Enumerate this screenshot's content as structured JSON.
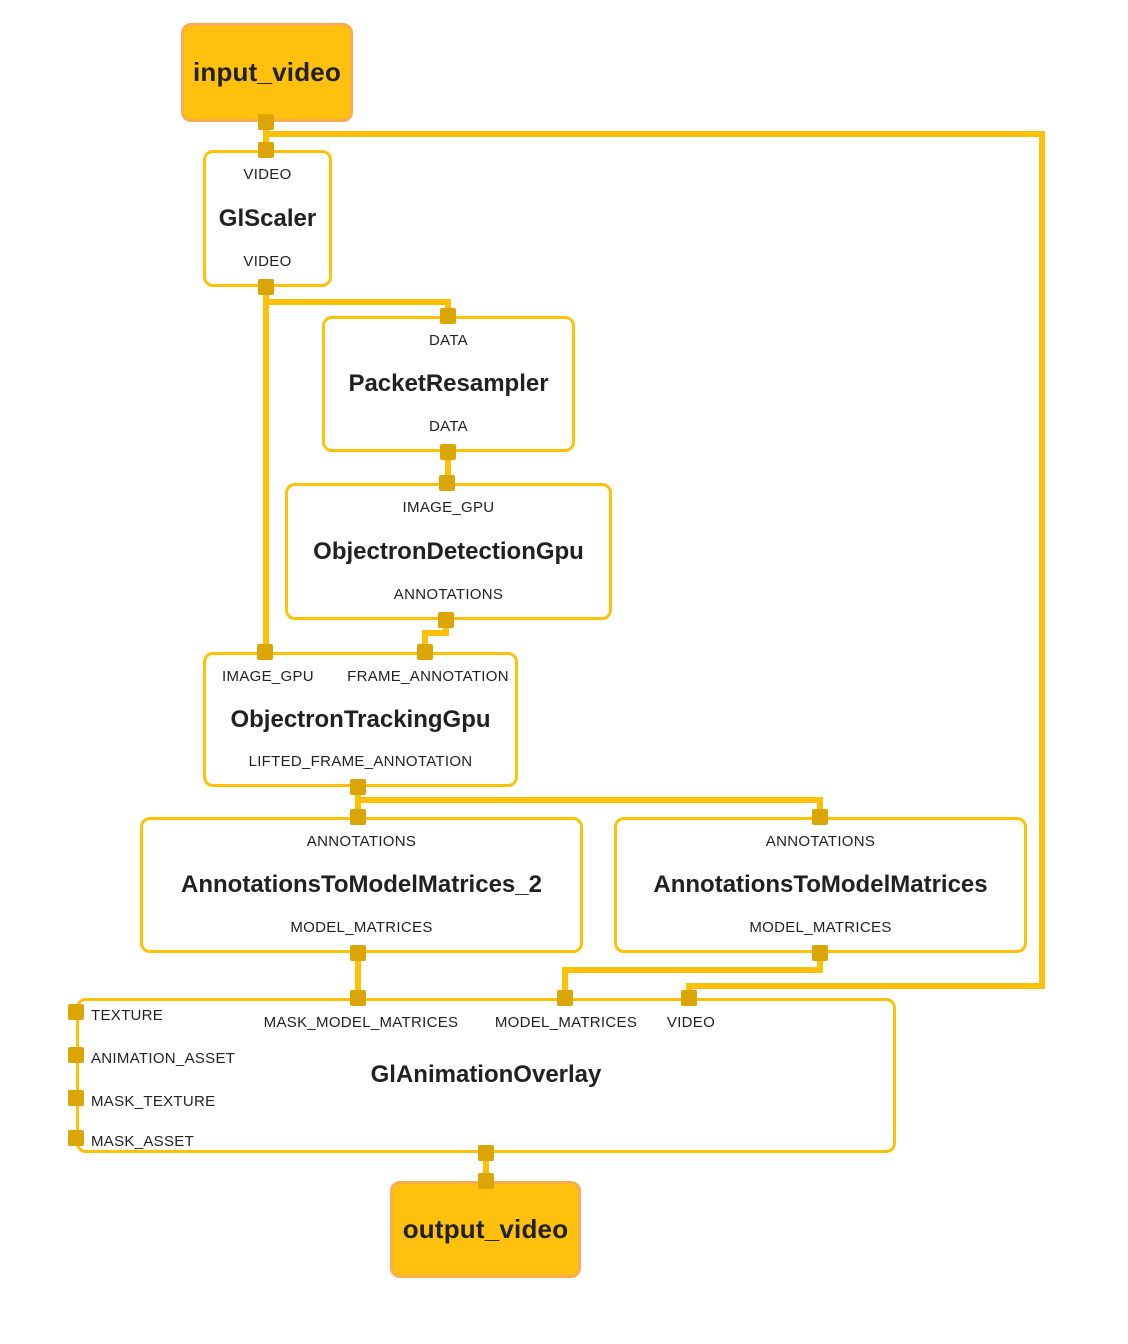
{
  "colors": {
    "edge": "#FFC107",
    "pin": "#DBA506",
    "calculator_border": "#FFC107",
    "stream_fill": "#FFC10D",
    "stream_border": "#FBAC4D",
    "text": "#212121",
    "background": "#FFFFFF"
  },
  "nodes": {
    "input_video": {
      "label": "input_video"
    },
    "gl_scaler": {
      "name": "GlScaler",
      "inputs": [
        "VIDEO"
      ],
      "outputs": [
        "VIDEO"
      ]
    },
    "packet_resampler": {
      "name": "PacketResampler",
      "inputs": [
        "DATA"
      ],
      "outputs": [
        "DATA"
      ]
    },
    "objectron_detection_gpu": {
      "name": "ObjectronDetectionGpu",
      "inputs": [
        "IMAGE_GPU"
      ],
      "outputs": [
        "ANNOTATIONS"
      ]
    },
    "objectron_tracking_gpu": {
      "name": "ObjectronTrackingGpu",
      "inputs": [
        "IMAGE_GPU",
        "FRAME_ANNOTATION"
      ],
      "outputs": [
        "LIFTED_FRAME_ANNOTATION"
      ]
    },
    "annotations_to_model_matrices_2": {
      "name": "AnnotationsToModelMatrices_2",
      "inputs": [
        "ANNOTATIONS"
      ],
      "outputs": [
        "MODEL_MATRICES"
      ]
    },
    "annotations_to_model_matrices": {
      "name": "AnnotationsToModelMatrices",
      "inputs": [
        "ANNOTATIONS"
      ],
      "outputs": [
        "MODEL_MATRICES"
      ]
    },
    "gl_animation_overlay": {
      "name": "GlAnimationOverlay",
      "top_inputs": [
        "MASK_MODEL_MATRICES",
        "MODEL_MATRICES",
        "VIDEO"
      ],
      "side_inputs": [
        "TEXTURE",
        "ANIMATION_ASSET",
        "MASK_TEXTURE",
        "MASK_ASSET"
      ]
    },
    "output_video": {
      "label": "output_video"
    }
  },
  "edges": [
    {
      "from": "input_video",
      "to": "gl_scaler.VIDEO"
    },
    {
      "from": "input_video",
      "to": "gl_animation_overlay.VIDEO"
    },
    {
      "from": "gl_scaler.VIDEO",
      "to": "packet_resampler.DATA"
    },
    {
      "from": "gl_scaler.VIDEO",
      "to": "objectron_tracking_gpu.IMAGE_GPU"
    },
    {
      "from": "packet_resampler.DATA",
      "to": "objectron_detection_gpu.IMAGE_GPU"
    },
    {
      "from": "objectron_detection_gpu.ANNOTATIONS",
      "to": "objectron_tracking_gpu.FRAME_ANNOTATION"
    },
    {
      "from": "objectron_tracking_gpu.LIFTED_FRAME_ANNOTATION",
      "to": "annotations_to_model_matrices_2.ANNOTATIONS"
    },
    {
      "from": "objectron_tracking_gpu.LIFTED_FRAME_ANNOTATION",
      "to": "annotations_to_model_matrices.ANNOTATIONS"
    },
    {
      "from": "annotations_to_model_matrices_2.MODEL_MATRICES",
      "to": "gl_animation_overlay.MASK_MODEL_MATRICES"
    },
    {
      "from": "annotations_to_model_matrices.MODEL_MATRICES",
      "to": "gl_animation_overlay.MODEL_MATRICES"
    },
    {
      "from": "gl_animation_overlay",
      "to": "output_video"
    }
  ]
}
